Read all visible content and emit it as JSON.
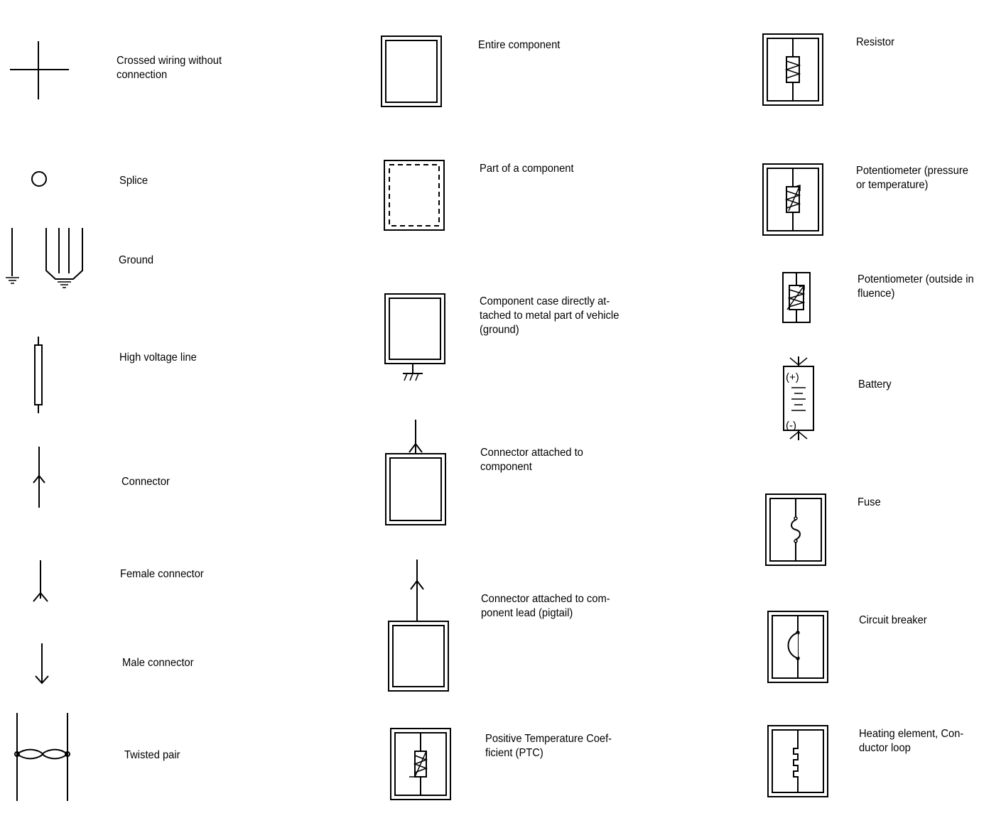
{
  "labels": {
    "crossed_wiring": "Crossed wiring without\nconnection",
    "splice": "Splice",
    "ground": "Ground",
    "high_voltage_line": "High voltage line",
    "connector": "Connector",
    "female_connector": "Female connector",
    "male_connector": "Male connector",
    "twisted_pair": "Twisted pair",
    "entire_component": "Entire component",
    "part_of_component": "Part of a component",
    "component_case_ground": "Component case directly at-\ntached to metal part of vehicle\n(ground)",
    "connector_attached_component": "Connector attached to\ncomponent",
    "connector_pigtail": "Connector attached to com-\nponent lead (pigtail)",
    "ptc": "Positive Temperature Coef-\nficient (PTC)",
    "resistor": "Resistor",
    "potentiometer_pressure": "Potentiometer (pressure\nor temperature)",
    "potentiometer_outside": "Potentiometer (outside in\nfluence)",
    "battery": "Battery",
    "battery_plus": "(+)",
    "battery_minus": "(-)",
    "fuse": "Fuse",
    "circuit_breaker": "Circuit breaker",
    "heating_element": "Heating element, Con-\nductor loop"
  }
}
